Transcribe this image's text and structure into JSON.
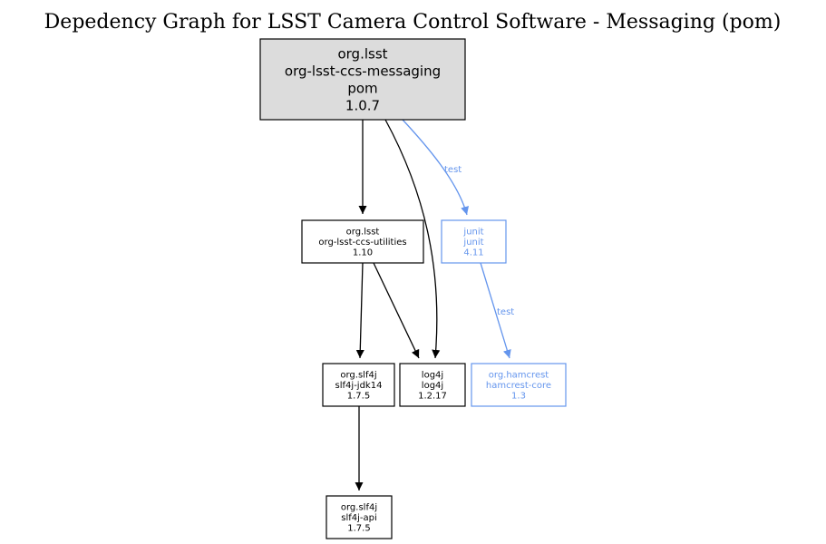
{
  "title": "Depedency Graph for LSST Camera Control Software - Messaging (pom)",
  "colors": {
    "default": "#000000",
    "test": "#6495ED",
    "root_fill": "#dcdcdc"
  },
  "nodes": [
    {
      "id": "root",
      "lines": [
        "org.lsst",
        "org-lsst-ccs-messaging",
        "pom",
        "1.0.7"
      ],
      "scope": "root"
    },
    {
      "id": "utilities",
      "lines": [
        "org.lsst",
        "org-lsst-ccs-utilities",
        "1.10"
      ],
      "scope": "compile"
    },
    {
      "id": "junit",
      "lines": [
        "junit",
        "junit",
        "4.11"
      ],
      "scope": "test"
    },
    {
      "id": "slf4j-jdk14",
      "lines": [
        "org.slf4j",
        "slf4j-jdk14",
        "1.7.5"
      ],
      "scope": "compile"
    },
    {
      "id": "log4j",
      "lines": [
        "log4j",
        "log4j",
        "1.2.17"
      ],
      "scope": "compile"
    },
    {
      "id": "hamcrest",
      "lines": [
        "org.hamcrest",
        "hamcrest-core",
        "1.3"
      ],
      "scope": "test"
    },
    {
      "id": "slf4j-api",
      "lines": [
        "org.slf4j",
        "slf4j-api",
        "1.7.5"
      ],
      "scope": "compile"
    }
  ],
  "edges": [
    {
      "from": "root",
      "to": "utilities",
      "label": ""
    },
    {
      "from": "root",
      "to": "log4j",
      "label": ""
    },
    {
      "from": "root",
      "to": "junit",
      "label": "test"
    },
    {
      "from": "utilities",
      "to": "slf4j-jdk14",
      "label": ""
    },
    {
      "from": "utilities",
      "to": "log4j",
      "label": ""
    },
    {
      "from": "junit",
      "to": "hamcrest",
      "label": "test"
    },
    {
      "from": "slf4j-jdk14",
      "to": "slf4j-api",
      "label": ""
    }
  ]
}
